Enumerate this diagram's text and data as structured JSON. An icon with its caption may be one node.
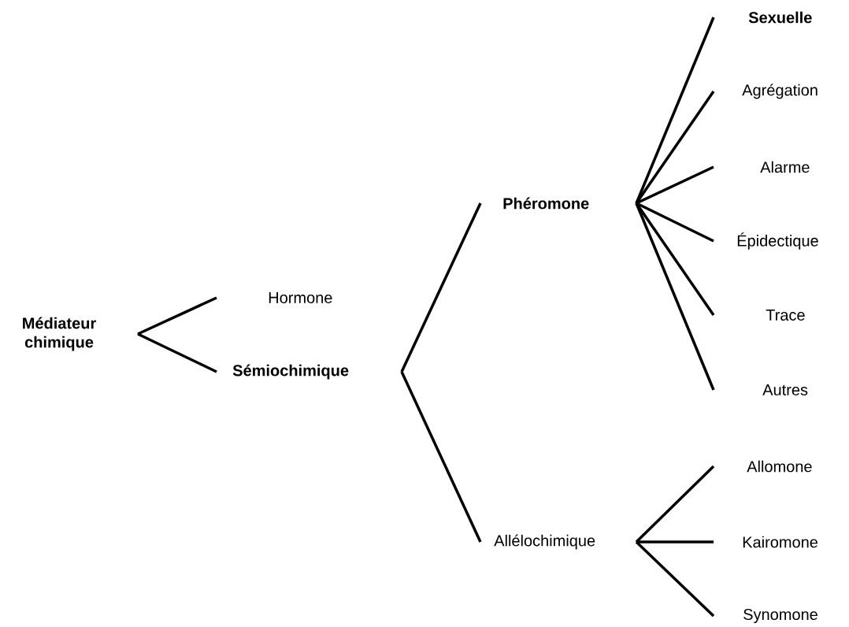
{
  "diagram": {
    "nodes": [
      {
        "text": [
          "Médiateur chimique"
        ]
      },
      {
        "text": [
          "Hormone"
        ]
      },
      {
        "text": [
          "Sémiochimique"
        ]
      },
      {
        "text": [
          "Phéromone"
        ]
      },
      {
        "text": [
          "Allélochimique"
        ]
      },
      {
        "text": [
          "Sexuelle"
        ]
      },
      {
        "text": [
          "Agrégation"
        ]
      },
      {
        "text": [
          "Alarme"
        ]
      },
      {
        "text": [
          "Épidectique"
        ]
      },
      {
        "text": [
          "Trace"
        ]
      },
      {
        "text": [
          "Autres"
        ]
      },
      {
        "text": [
          "Allomone"
        ]
      },
      {
        "text": [
          "Kairomone"
        ]
      },
      {
        "text": [
          "Synomone"
        ]
      }
    ],
    "edges": [
      {
        "from": 0,
        "to": 1,
        "arrow": "none"
      },
      {
        "from": 0,
        "to": 2,
        "arrow": "none"
      },
      {
        "from": 2,
        "to": 3,
        "arrow": "none"
      },
      {
        "from": 2,
        "to": 4,
        "arrow": "none"
      },
      {
        "from": 3,
        "to": 5,
        "arrow": "none"
      },
      {
        "from": 3,
        "to": 6,
        "arrow": "none"
      },
      {
        "from": 3,
        "to": 7,
        "arrow": "none"
      },
      {
        "from": 3,
        "to": 8,
        "arrow": "none"
      },
      {
        "from": 3,
        "to": 9,
        "arrow": "none"
      },
      {
        "from": 3,
        "to": 10,
        "arrow": "none"
      },
      {
        "from": 4,
        "to": 11,
        "arrow": "none"
      },
      {
        "from": 4,
        "to": 12,
        "arrow": "none"
      },
      {
        "from": 4,
        "to": 13,
        "arrow": "none"
      }
    ]
  }
}
